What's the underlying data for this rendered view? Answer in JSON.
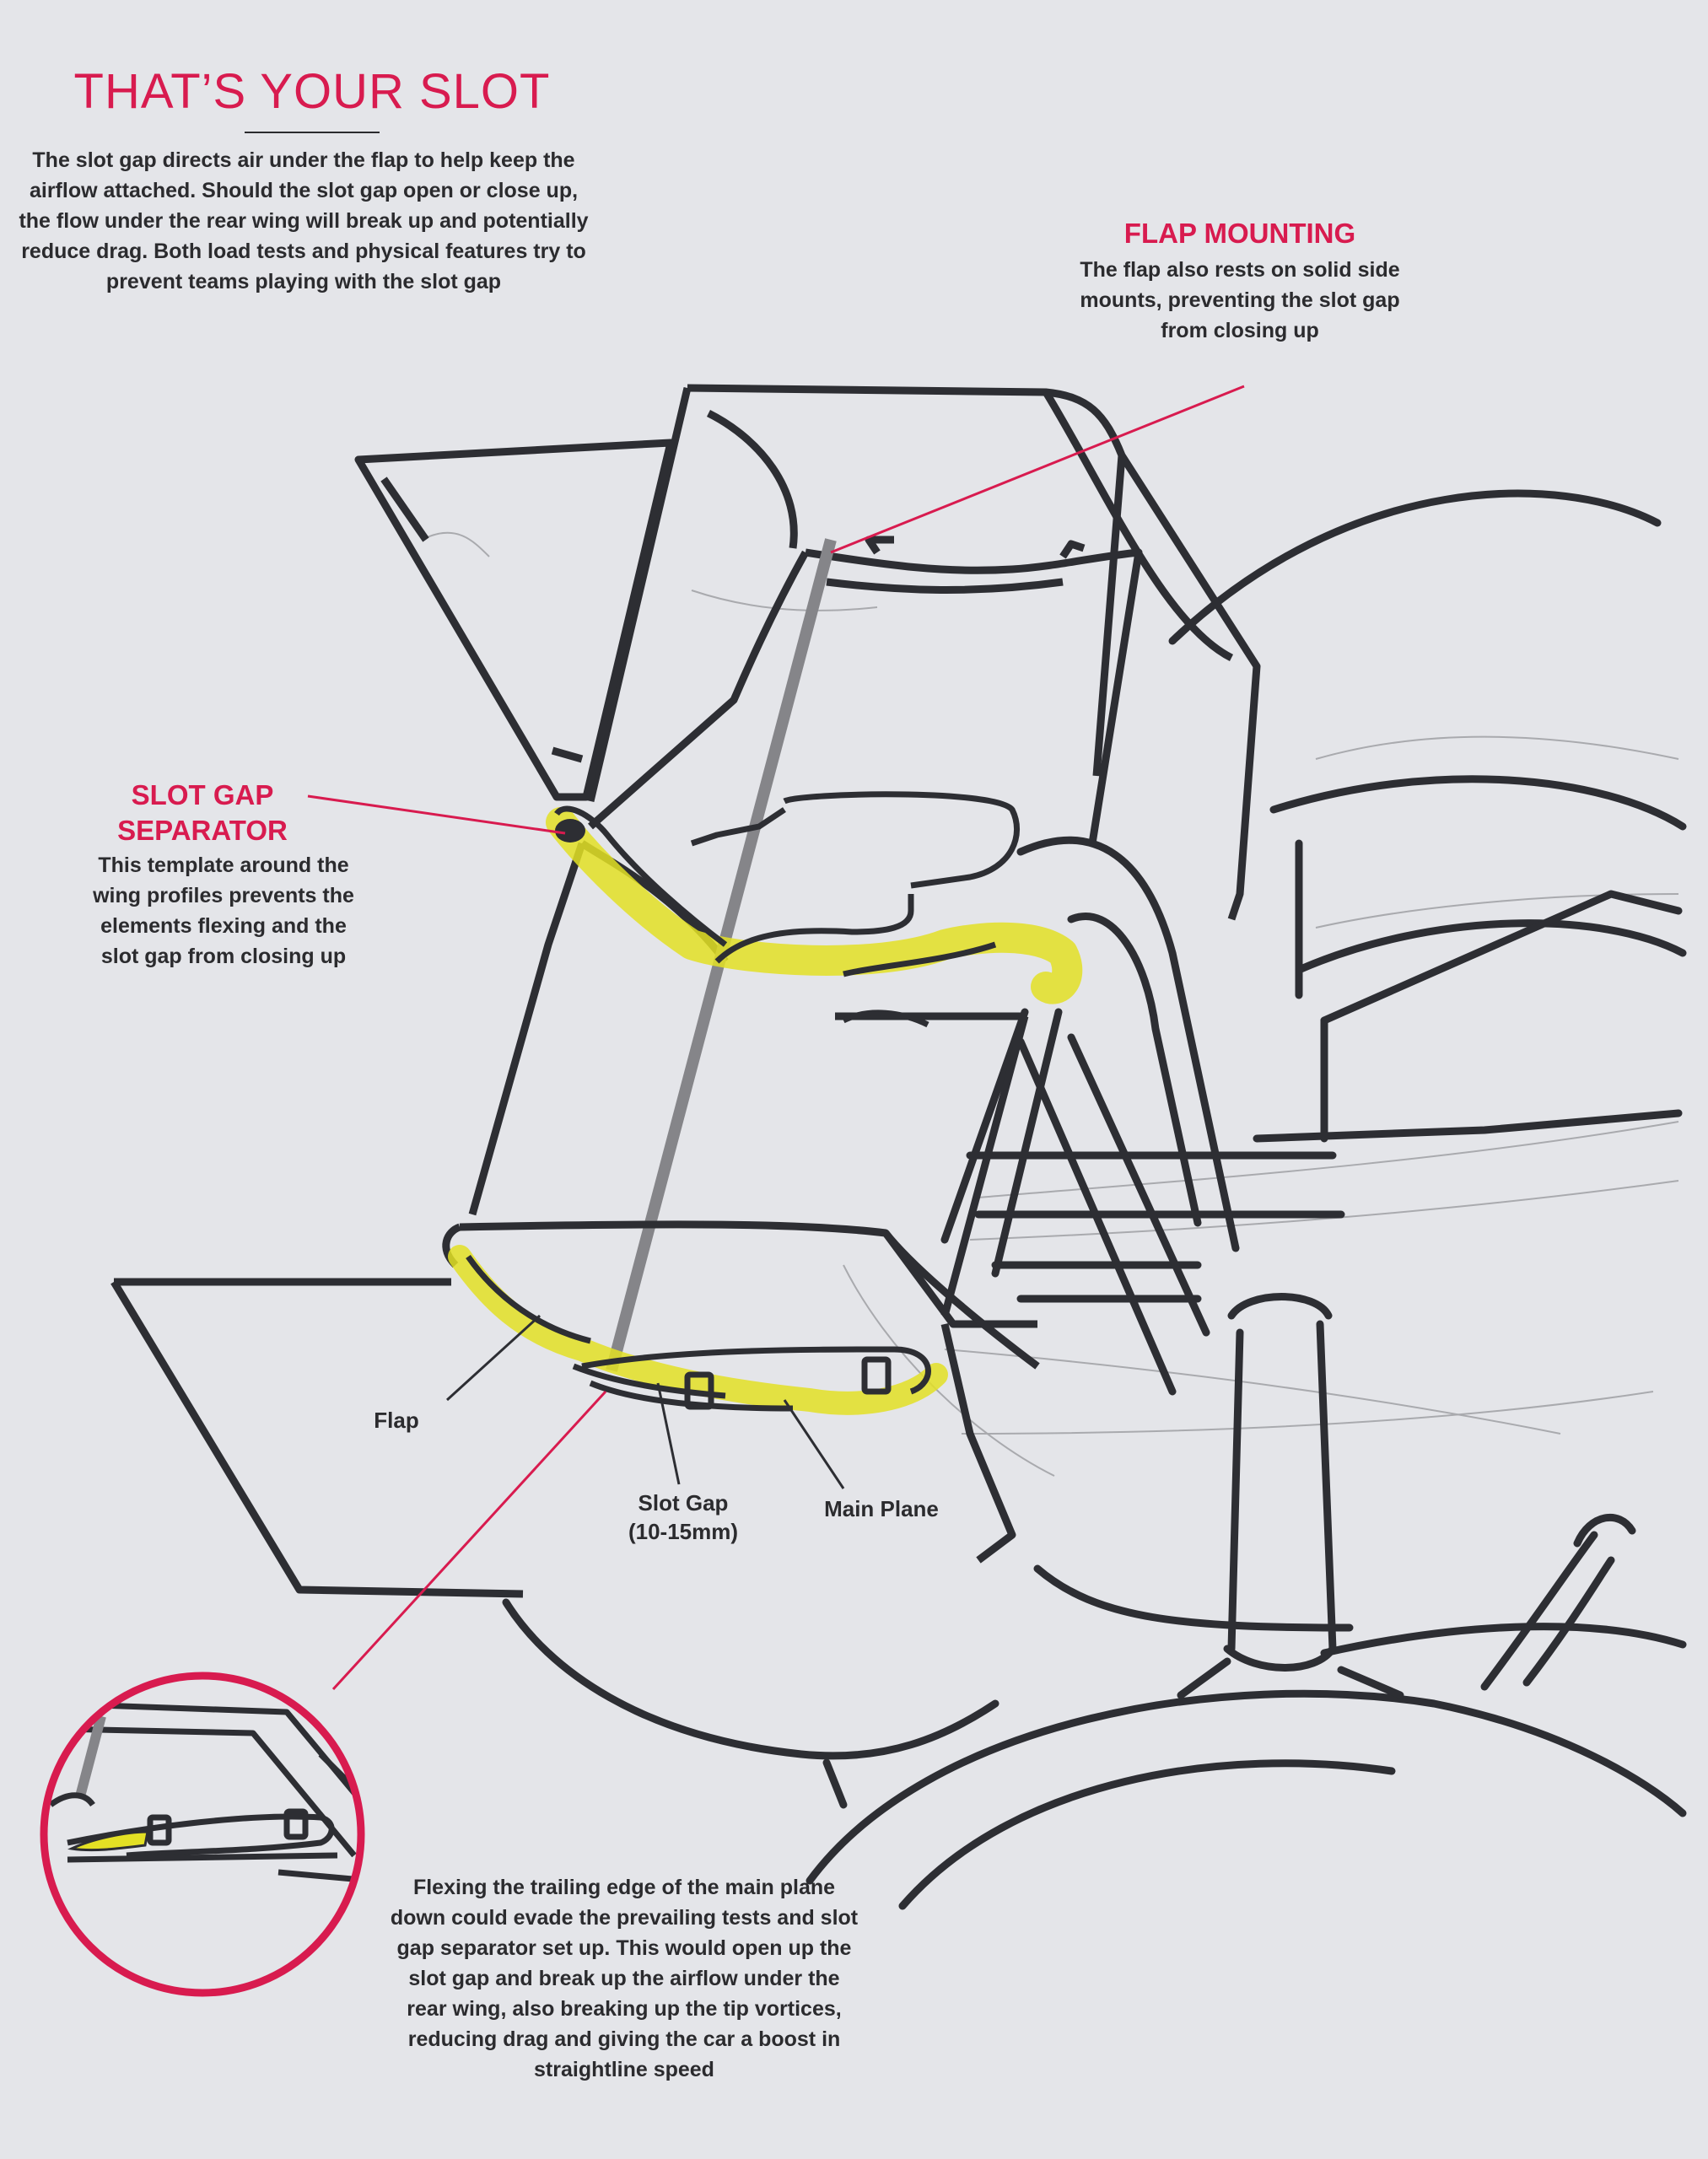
{
  "title": "THAT’S YOUR SLOT",
  "intro": "The slot gap directs air under the flap to help keep the airflow attached. Should the slot gap open or close up, the flow under the rear wing will break up and potentially reduce drag. Both load tests and physical features try to prevent teams playing with the slot gap",
  "flap_mounting": {
    "heading": "FLAP MOUNTING",
    "body": "The flap also rests on solid side mounts, preventing the slot gap from closing up"
  },
  "slot_gap_separator": {
    "heading": "SLOT GAP SEPARATOR",
    "body": "This template around the wing profiles prevents the elements flexing and the slot gap from closing up"
  },
  "labels": {
    "flap": "Flap",
    "slot_gap_line1": "Slot Gap",
    "slot_gap_line2": "(10-15mm)",
    "main_plane": "Main Plane"
  },
  "flex_note": "Flexing the trailing edge of the main plane down could evade the prevailing tests and slot gap separator set up. This would open up the slot gap and break up the airflow under the rear wing, also breaking up the tip vortices, reducing drag and giving the car a boost in straightline speed",
  "colors": {
    "accent": "#d81b4f",
    "highlight": "#e3e024",
    "ink": "#2b2b2e",
    "background": "#e4e5e9"
  }
}
